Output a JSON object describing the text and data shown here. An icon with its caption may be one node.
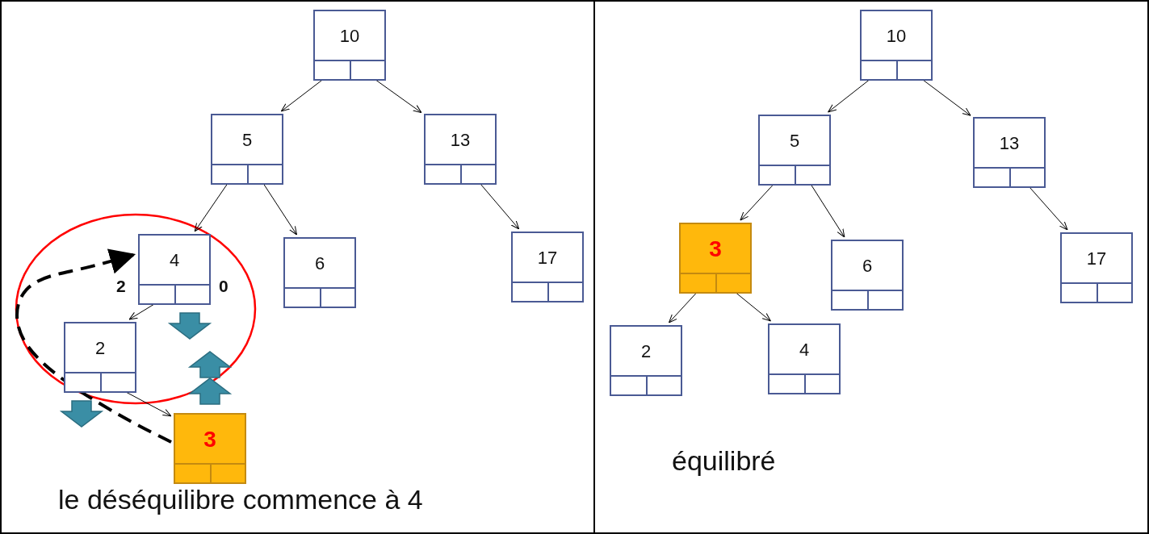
{
  "diagram": {
    "nodes": [
      {
        "text": [
          "le déséquilibre commence à 4"
        ]
      },
      {
        "text": [
          "équilibré"
        ]
      },
      {
        "text": [
          "10"
        ],
        "in": 0
      },
      {
        "text": [
          "5"
        ],
        "in": 0
      },
      {
        "text": [
          "13"
        ],
        "in": 0
      },
      {
        "text": [
          "4"
        ],
        "in": 0,
        "beside": [
          "2",
          "0"
        ]
      },
      {
        "text": [
          "6"
        ],
        "in": 0
      },
      {
        "text": [
          "17"
        ],
        "in": 0
      },
      {
        "text": [
          "2"
        ],
        "in": 0
      },
      {
        "text": [
          "3"
        ],
        "in": 0
      },
      {
        "text": [
          "10"
        ],
        "in": 1
      },
      {
        "text": [
          "5"
        ],
        "in": 1
      },
      {
        "text": [
          "13"
        ],
        "in": 1
      },
      {
        "text": [
          "3"
        ],
        "in": 1
      },
      {
        "text": [
          "6"
        ],
        "in": 1
      },
      {
        "text": [
          "17"
        ],
        "in": 1
      },
      {
        "text": [
          "2"
        ],
        "in": 1
      },
      {
        "text": [
          "4"
        ],
        "in": 1
      }
    ],
    "edges": [
      {
        "from": 2,
        "to": 3,
        "arrow": "to"
      },
      {
        "from": 2,
        "to": 4,
        "arrow": "to"
      },
      {
        "from": 3,
        "to": 5,
        "arrow": "to"
      },
      {
        "from": 3,
        "to": 6,
        "arrow": "to"
      },
      {
        "from": 4,
        "to": 7,
        "arrow": "to"
      },
      {
        "from": 5,
        "to": 8,
        "arrow": "to"
      },
      {
        "from": 8,
        "to": 9,
        "arrow": "to"
      },
      {
        "from": 9,
        "to": 5,
        "arrow": "to",
        "style": "dashed"
      },
      {
        "from": 10,
        "to": 11,
        "arrow": "to"
      },
      {
        "from": 10,
        "to": 12,
        "arrow": "to"
      },
      {
        "from": 11,
        "to": 13,
        "arrow": "to"
      },
      {
        "from": 11,
        "to": 14,
        "arrow": "to"
      },
      {
        "from": 12,
        "to": 15,
        "arrow": "to"
      },
      {
        "from": 13,
        "to": 16,
        "arrow": "to"
      },
      {
        "from": 13,
        "to": 17,
        "arrow": "to"
      }
    ]
  }
}
